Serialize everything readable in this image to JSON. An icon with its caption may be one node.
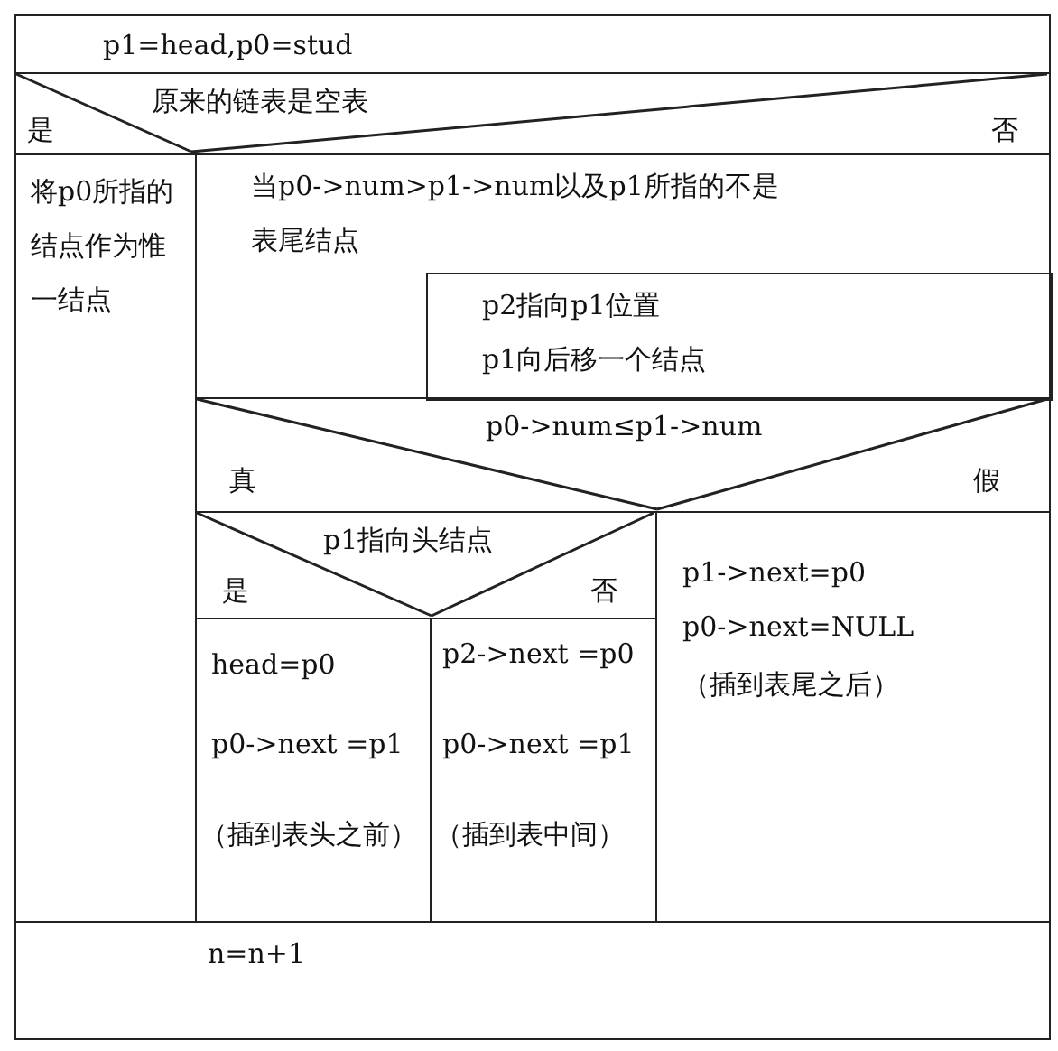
{
  "diagram": {
    "nodes": [
      {
        "text": [
          "p1=head,p0=stud"
        ]
      },
      {
        "text": [
          "原来的链表是空表",
          "是",
          "否"
        ]
      },
      {
        "text": [
          "将p0所指的结点作为惟一结点"
        ]
      },
      {
        "text": [
          "当p0->num>p1->num以及p1所指的不是表尾结点"
        ]
      },
      {
        "text": [
          "p2指向p1位置",
          "p1向后移一个结点"
        ],
        "in": 3
      },
      {
        "text": [
          "p0->num≤p1->num",
          "真",
          "假"
        ]
      },
      {
        "text": [
          "p1指向头结点",
          "是",
          "否"
        ]
      },
      {
        "text": [
          "head=p0",
          "p0->next =p1",
          "（插到表头之前）"
        ]
      },
      {
        "text": [
          "p2->next =p0",
          "p0->next =p1",
          "（插到表中间）"
        ]
      },
      {
        "text": [
          "p1->next=p0",
          "p0->next=NULL",
          "（插到表尾之后）"
        ]
      },
      {
        "text": [
          "n=n+1"
        ]
      }
    ],
    "edges": []
  }
}
